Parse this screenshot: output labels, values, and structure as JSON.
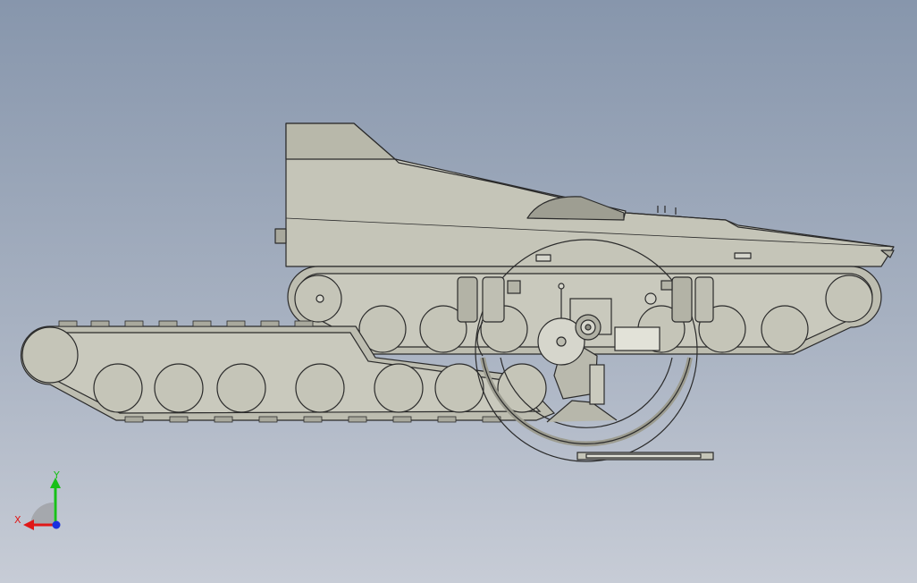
{
  "view": {
    "background_top": "#8796ac",
    "background_bottom": "#c7ccd6"
  },
  "model": {
    "body_color": "#c5c5b8",
    "edge_color": "#2b2b2b",
    "shade_color": "#9c9c90",
    "highlight_color": "#e2e2d8",
    "icon": "tracked-vehicle-model"
  },
  "triad": {
    "x_label": "X",
    "y_label": "Y",
    "x_color": "#e01818",
    "y_color": "#18c018",
    "z_color": "#1830e0"
  }
}
